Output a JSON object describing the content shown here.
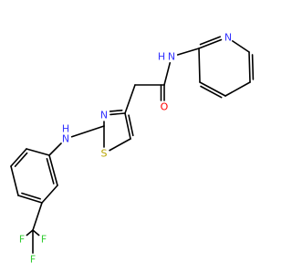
{
  "colors": {
    "bond": "#000000",
    "N": "#3333ff",
    "O": "#ff0000",
    "S": "#b8a400",
    "F": "#33cc33",
    "background": "#ffffff"
  },
  "atoms": {
    "amide_n": {
      "text": "N",
      "element": "N"
    },
    "amide_h": {
      "text": "H",
      "element": "N"
    },
    "pyridine_n": {
      "text": "N",
      "element": "N"
    },
    "carbonyl_o": {
      "text": "O",
      "element": "O"
    },
    "thiazole_n": {
      "text": "N",
      "element": "N"
    },
    "thiazole_s": {
      "text": "S",
      "element": "S"
    },
    "amine_n": {
      "text": "N",
      "element": "N"
    },
    "amine_h": {
      "text": "H",
      "element": "N"
    },
    "f1": {
      "text": "F",
      "element": "F"
    },
    "f2": {
      "text": "F",
      "element": "F"
    },
    "f3": {
      "text": "F",
      "element": "F"
    }
  }
}
